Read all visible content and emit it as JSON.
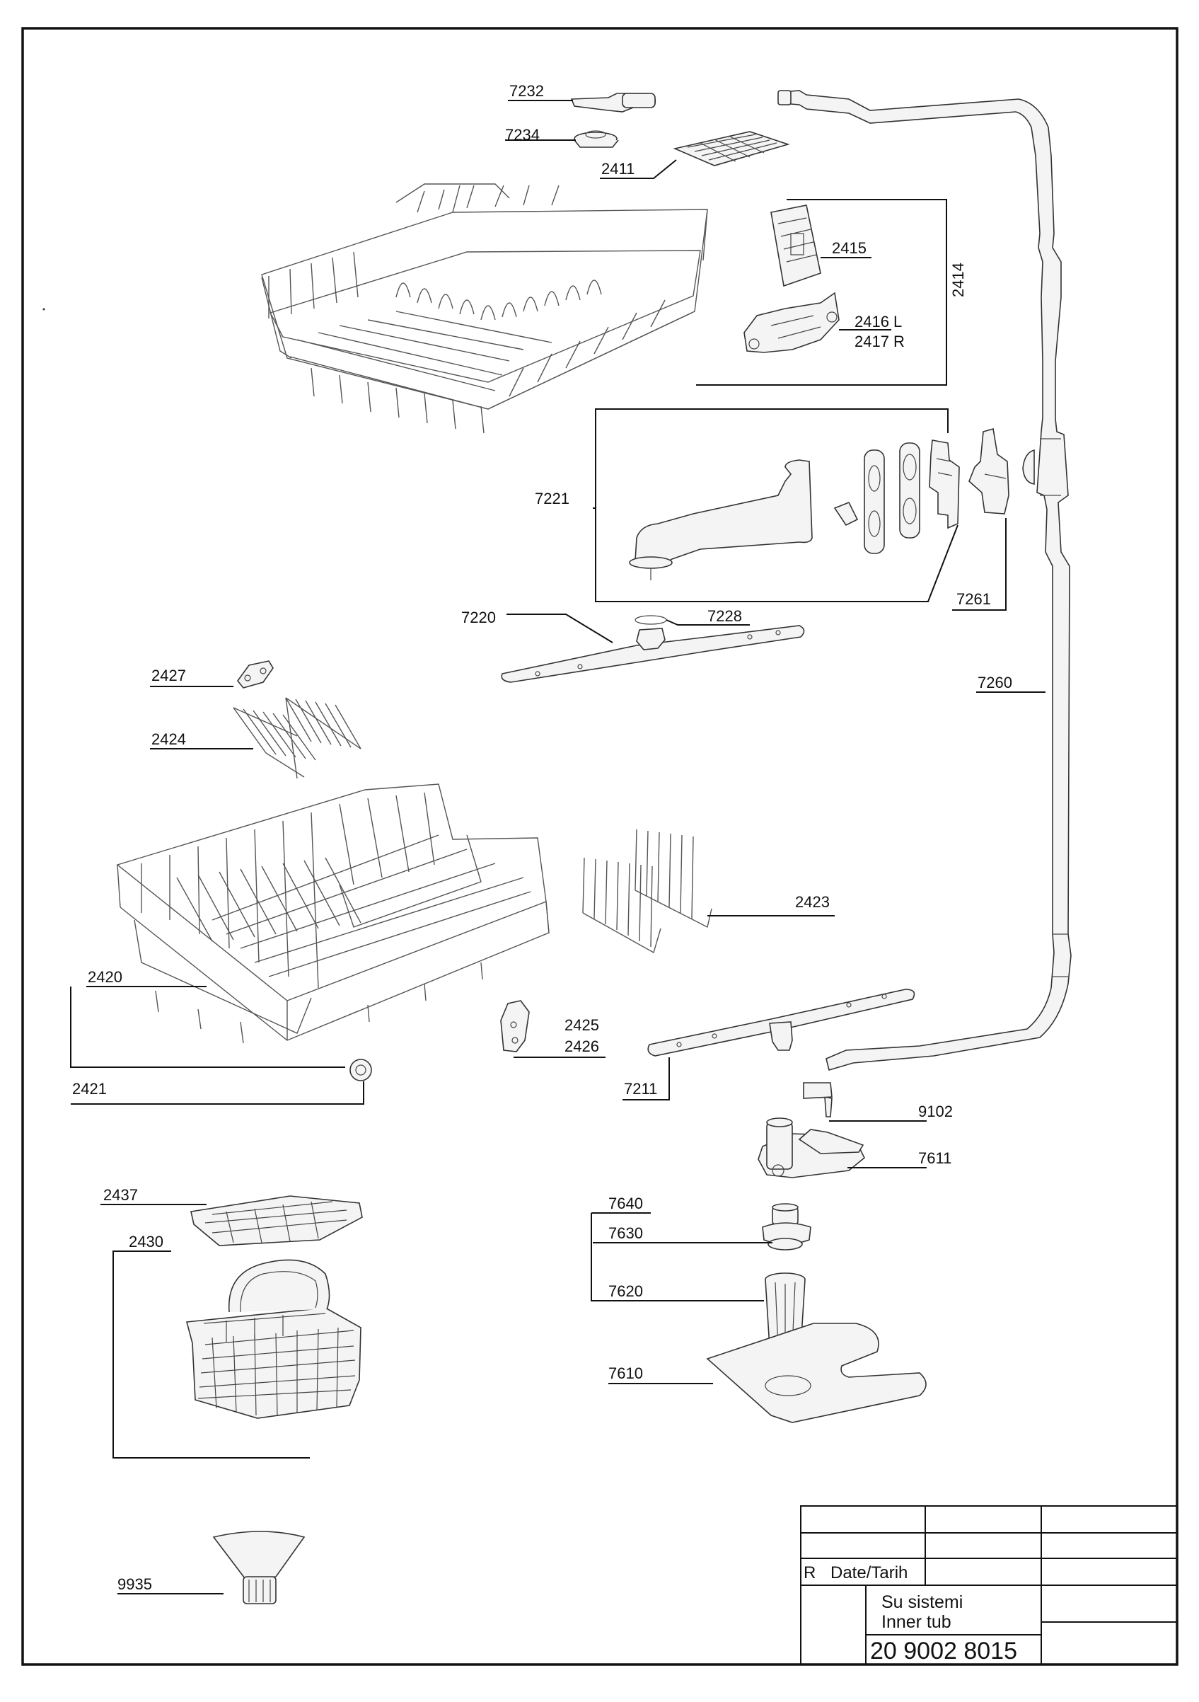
{
  "diagram": {
    "part_labels": {
      "p7232": "7232",
      "p7234": "7234",
      "p2411": "2411",
      "p2415": "2415",
      "p2414": "2414",
      "p2416": "2416 L",
      "p2417": "2417 R",
      "p7221": "7221",
      "p7261": "7261",
      "p7220": "7220",
      "p7228": "7228",
      "p7260": "7260",
      "p2427": "2427",
      "p2424": "2424",
      "p2423": "2423",
      "p2420": "2420",
      "p2425": "2425",
      "p2426": "2426",
      "p2421": "2421",
      "p7211": "7211",
      "p9102": "9102",
      "p7611": "7611",
      "p2437": "2437",
      "p2430": "2430",
      "p7640": "7640",
      "p7630": "7630",
      "p7620": "7620",
      "p7610": "7610",
      "p9935": "9935"
    },
    "title_block": {
      "revision_label": "R",
      "date_label": "Date/Tarih",
      "title_line1": "Su sistemi",
      "title_line2": "Inner tub",
      "drawing_number": "20 9002 8015"
    }
  }
}
